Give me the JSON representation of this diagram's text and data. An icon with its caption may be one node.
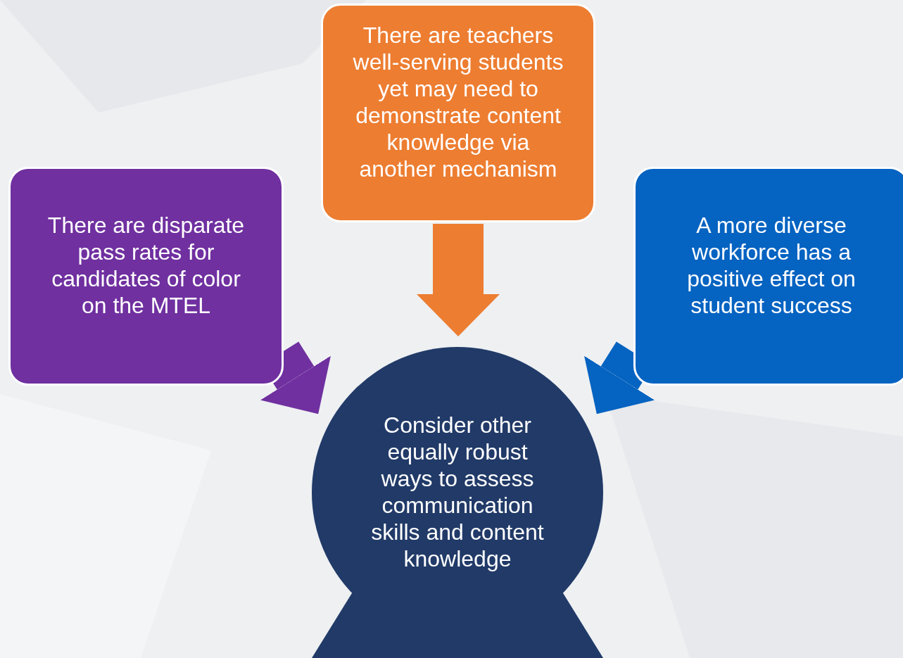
{
  "diagram": {
    "nodes": [
      {
        "text": [
          "There are teachers well-serving students yet may need to demonstrate content knowledge via another mechanism"
        ]
      },
      {
        "text": [
          "There are disparate pass rates for candidates of color on the MTEL"
        ]
      },
      {
        "text": [
          "A more diverse workforce has a positive effect on student success"
        ]
      },
      {
        "text": [
          "Consider other equally robust ways to assess communication skills and content knowledge"
        ]
      }
    ],
    "edges": [
      {
        "from": 0,
        "to": 3,
        "arrow": "to",
        "color": "#ed7d31"
      },
      {
        "from": 1,
        "to": 3,
        "arrow": "to",
        "color": "#7030a0"
      },
      {
        "from": 2,
        "to": 3,
        "arrow": "to",
        "color": "#0563c1"
      }
    ]
  }
}
